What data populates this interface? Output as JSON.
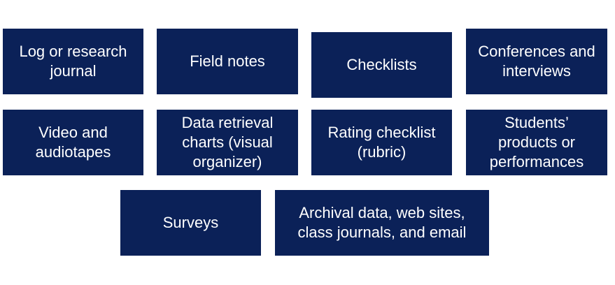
{
  "boxes": {
    "log_journal": "Log or research\njournal",
    "field_notes": "Field notes",
    "checklists": "Checklists",
    "conferences": "Conferences and\ninterviews",
    "video": "Video and\naudiotapes",
    "data_retrieval": "Data retrieval\ncharts (visual\norganizer)",
    "rating_checklist": "Rating checklist\n(rubric)",
    "student_products": "Students’\nproducts or\nperformances",
    "surveys": "Surveys",
    "archival": "Archival data, web sites,\nclass journals, and email"
  },
  "colors": {
    "box_fill": "#0b2158",
    "box_text": "#ffffff"
  }
}
